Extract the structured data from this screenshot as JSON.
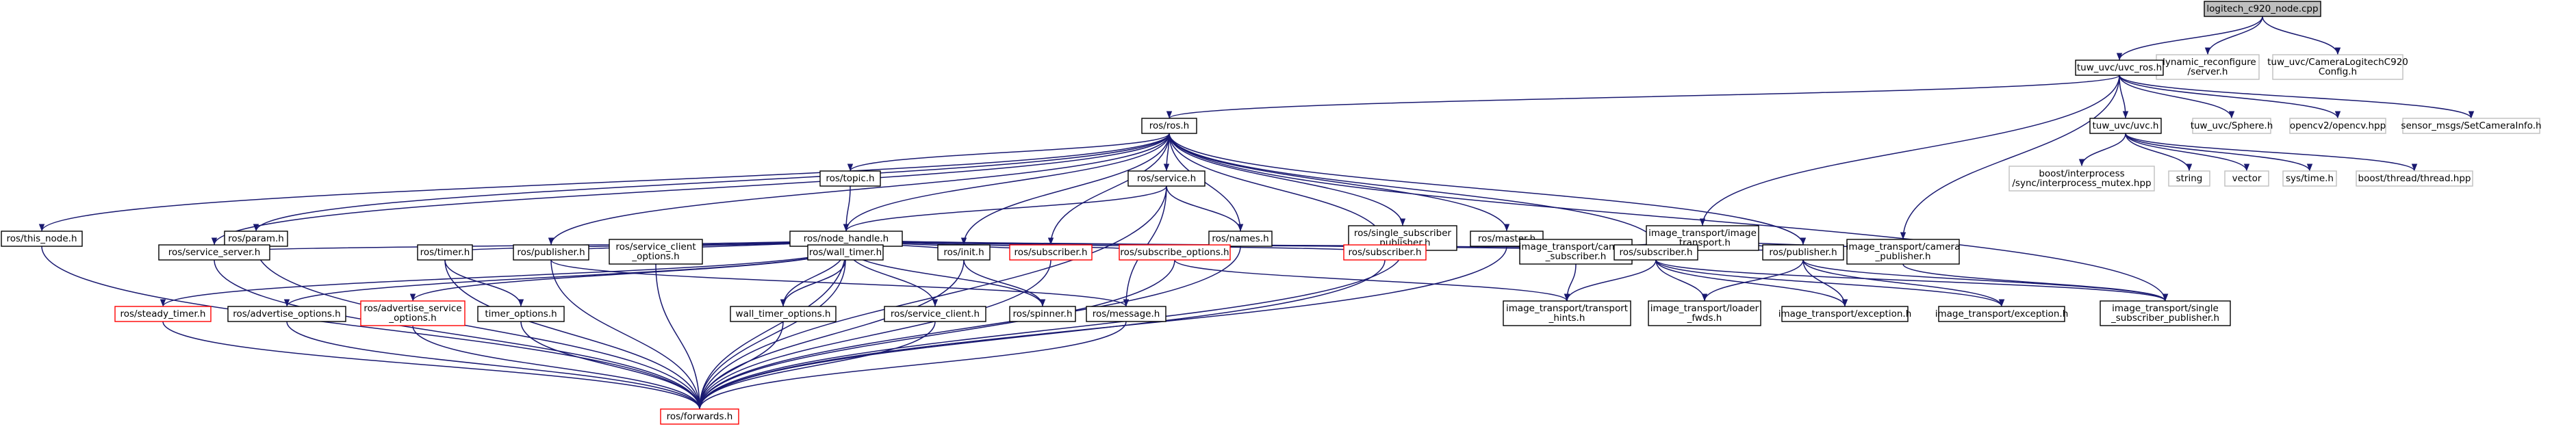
{
  "graph": {
    "edge_color": "#191970",
    "nodes": [
      {
        "id": "root",
        "lines": [
          "logitech_c920_node.cpp"
        ],
        "style": "gray"
      },
      {
        "id": "dyn",
        "lines": [
          "dynamic_reconfigure",
          "/server.h"
        ],
        "style": "light"
      },
      {
        "id": "camcfg",
        "lines": [
          "tuw_uvc/CameraLogitechC920",
          "Config.h"
        ],
        "style": "light"
      },
      {
        "id": "uvcros",
        "lines": [
          "tuw_uvc/uvc_ros.h"
        ],
        "style": "bold"
      },
      {
        "id": "rosh",
        "lines": [
          "ros/ros.h"
        ],
        "style": "bold"
      },
      {
        "id": "uvch",
        "lines": [
          "tuw_uvc/uvc.h"
        ],
        "style": "bold"
      },
      {
        "id": "sphere",
        "lines": [
          "tuw_uvc/Sphere.h"
        ],
        "style": "light"
      },
      {
        "id": "opencv",
        "lines": [
          "opencv2/opencv.hpp"
        ],
        "style": "light"
      },
      {
        "id": "setcam",
        "lines": [
          "sensor_msgs/SetCameraInfo.h"
        ],
        "style": "light"
      },
      {
        "id": "ipc",
        "lines": [
          "boost/interprocess",
          "/sync/interprocess_mutex.hpp"
        ],
        "style": "light"
      },
      {
        "id": "string",
        "lines": [
          "string"
        ],
        "style": "light"
      },
      {
        "id": "vector",
        "lines": [
          "vector"
        ],
        "style": "light"
      },
      {
        "id": "systime",
        "lines": [
          "sys/time.h"
        ],
        "style": "light"
      },
      {
        "id": "bthread",
        "lines": [
          "boost/thread/thread.hpp"
        ],
        "style": "light"
      },
      {
        "id": "topic",
        "lines": [
          "ros/topic.h"
        ],
        "style": "bold"
      },
      {
        "id": "service",
        "lines": [
          "ros/service.h"
        ],
        "style": "bold"
      },
      {
        "id": "thisnode",
        "lines": [
          "ros/this_node.h"
        ],
        "style": "bold"
      },
      {
        "id": "param",
        "lines": [
          "ros/param.h"
        ],
        "style": "bold"
      },
      {
        "id": "nodehandle",
        "lines": [
          "ros/node_handle.h"
        ],
        "style": "bold"
      },
      {
        "id": "names",
        "lines": [
          "ros/names.h"
        ],
        "style": "bold"
      },
      {
        "id": "singlesub",
        "lines": [
          "ros/single_subscriber",
          "_publisher.h"
        ],
        "style": "bold"
      },
      {
        "id": "master",
        "lines": [
          "ros/master.h"
        ],
        "style": "bold"
      },
      {
        "id": "ittransport",
        "lines": [
          "image_transport/image",
          "_transport.h"
        ],
        "style": "bold"
      },
      {
        "id": "servserver",
        "lines": [
          "ros/service_server.h"
        ],
        "style": "bold"
      },
      {
        "id": "timer",
        "lines": [
          "ros/timer.h"
        ],
        "style": "bold"
      },
      {
        "id": "publisher",
        "lines": [
          "ros/publisher.h"
        ],
        "style": "bold"
      },
      {
        "id": "servclientopt",
        "lines": [
          "ros/service_client",
          "_options.h"
        ],
        "style": "bold"
      },
      {
        "id": "walltimer",
        "lines": [
          "ros/wall_timer.h"
        ],
        "style": "bold"
      },
      {
        "id": "init",
        "lines": [
          "ros/init.h"
        ],
        "style": "bold"
      },
      {
        "id": "subred1",
        "lines": [
          "ros/subscriber.h"
        ],
        "style": "red"
      },
      {
        "id": "subopt",
        "lines": [
          "ros/subscribe_options.h"
        ],
        "style": "red"
      },
      {
        "id": "subred2",
        "lines": [
          "ros/subscriber.h"
        ],
        "style": "red"
      },
      {
        "id": "itcamsub",
        "lines": [
          "image_transport/camera",
          "_subscriber.h"
        ],
        "style": "bold"
      },
      {
        "id": "itsub",
        "lines": [
          "ros/subscriber.h"
        ],
        "style": "bold"
      },
      {
        "id": "itpub",
        "lines": [
          "ros/publisher.h"
        ],
        "style": "bold"
      },
      {
        "id": "itcampub",
        "lines": [
          "image_transport/camera",
          "_publisher.h"
        ],
        "style": "bold"
      },
      {
        "id": "steady",
        "lines": [
          "ros/steady_timer.h"
        ],
        "style": "red"
      },
      {
        "id": "advopt",
        "lines": [
          "ros/advertise_options.h"
        ],
        "style": "bold"
      },
      {
        "id": "advservopt",
        "lines": [
          "ros/advertise_service",
          "_options.h"
        ],
        "style": "red"
      },
      {
        "id": "timeropt",
        "lines": [
          "timer_options.h"
        ],
        "style": "bold"
      },
      {
        "id": "walltimeropt",
        "lines": [
          "wall_timer_options.h"
        ],
        "style": "bold"
      },
      {
        "id": "servclient",
        "lines": [
          "ros/service_client.h"
        ],
        "style": "bold"
      },
      {
        "id": "spinner",
        "lines": [
          "ros/spinner.h"
        ],
        "style": "bold"
      },
      {
        "id": "message",
        "lines": [
          "ros/message.h"
        ],
        "style": "bold"
      },
      {
        "id": "ithints",
        "lines": [
          "image_transport/transport",
          "_hints.h"
        ],
        "style": "bold"
      },
      {
        "id": "itloader",
        "lines": [
          "image_transport/loader",
          "_fwds.h"
        ],
        "style": "bold"
      },
      {
        "id": "itexc1",
        "lines": [
          "image_transport/exception.h"
        ],
        "style": "bold"
      },
      {
        "id": "itexc2",
        "lines": [
          "image_transport/exception.h"
        ],
        "style": "bold"
      },
      {
        "id": "itsinglesub",
        "lines": [
          "image_transport/single",
          "_subscriber_publisher.h"
        ],
        "style": "bold"
      },
      {
        "id": "forwards",
        "lines": [
          "ros/forwards.h"
        ],
        "style": "red"
      }
    ],
    "edges": [
      [
        "root",
        "dyn"
      ],
      [
        "root",
        "camcfg"
      ],
      [
        "root",
        "uvcros"
      ],
      [
        "uvcros",
        "rosh"
      ],
      [
        "uvcros",
        "uvch"
      ],
      [
        "uvcros",
        "sphere"
      ],
      [
        "uvcros",
        "opencv"
      ],
      [
        "uvcros",
        "setcam"
      ],
      [
        "uvcros",
        "ittransport"
      ],
      [
        "uvcros",
        "itcampub"
      ],
      [
        "uvch",
        "ipc"
      ],
      [
        "uvch",
        "string"
      ],
      [
        "uvch",
        "vector"
      ],
      [
        "uvch",
        "systime"
      ],
      [
        "uvch",
        "bthread"
      ],
      [
        "rosh",
        "thisnode"
      ],
      [
        "rosh",
        "param"
      ],
      [
        "rosh",
        "topic"
      ],
      [
        "rosh",
        "nodehandle"
      ],
      [
        "rosh",
        "service"
      ],
      [
        "rosh",
        "names"
      ],
      [
        "rosh",
        "singlesub"
      ],
      [
        "rosh",
        "master"
      ],
      [
        "rosh",
        "servserver"
      ],
      [
        "rosh",
        "publisher"
      ],
      [
        "rosh",
        "init"
      ],
      [
        "rosh",
        "subred1"
      ],
      [
        "rosh",
        "subred2"
      ],
      [
        "rosh",
        "itsub"
      ],
      [
        "rosh",
        "itpub"
      ],
      [
        "rosh",
        "itsinglesub"
      ],
      [
        "topic",
        "nodehandle"
      ],
      [
        "service",
        "nodehandle"
      ],
      [
        "service",
        "names"
      ],
      [
        "service",
        "message"
      ],
      [
        "service",
        "forwards"
      ],
      [
        "thisnode",
        "forwards"
      ],
      [
        "param",
        "forwards"
      ],
      [
        "names",
        "forwards"
      ],
      [
        "singlesub",
        "forwards"
      ],
      [
        "master",
        "forwards"
      ],
      [
        "nodehandle",
        "servserver"
      ],
      [
        "nodehandle",
        "timer"
      ],
      [
        "nodehandle",
        "publisher"
      ],
      [
        "nodehandle",
        "servclientopt"
      ],
      [
        "nodehandle",
        "walltimer"
      ],
      [
        "nodehandle",
        "init"
      ],
      [
        "nodehandle",
        "subred1"
      ],
      [
        "nodehandle",
        "subopt"
      ],
      [
        "nodehandle",
        "subred2"
      ],
      [
        "nodehandle",
        "itsub"
      ],
      [
        "nodehandle",
        "itpub"
      ],
      [
        "nodehandle",
        "steady"
      ],
      [
        "nodehandle",
        "advopt"
      ],
      [
        "nodehandle",
        "advservopt"
      ],
      [
        "nodehandle",
        "servclient"
      ],
      [
        "nodehandle",
        "spinner"
      ],
      [
        "nodehandle",
        "forwards"
      ],
      [
        "nodehandle",
        "wall_timer_opt_dummy"
      ],
      [
        "nodehandle",
        "walltimeropt"
      ],
      [
        "ittransport",
        "itcamsub"
      ],
      [
        "ittransport",
        "itsub"
      ],
      [
        "ittransport",
        "itpub"
      ],
      [
        "ittransport",
        "itcampub"
      ],
      [
        "itcamsub",
        "ithints"
      ],
      [
        "itsub",
        "ithints"
      ],
      [
        "itsub",
        "itloader"
      ],
      [
        "itsub",
        "itexc1"
      ],
      [
        "itsub",
        "itexc2"
      ],
      [
        "itsub",
        "itsinglesub"
      ],
      [
        "itpub",
        "itloader"
      ],
      [
        "itpub",
        "itexc1"
      ],
      [
        "itpub",
        "itexc2"
      ],
      [
        "itpub",
        "itsinglesub"
      ],
      [
        "itcampub",
        "itsinglesub"
      ],
      [
        "servserver",
        "forwards"
      ],
      [
        "timer",
        "timeropt"
      ],
      [
        "timer",
        "forwards"
      ],
      [
        "publisher",
        "message"
      ],
      [
        "publisher",
        "forwards"
      ],
      [
        "servclientopt",
        "forwards"
      ],
      [
        "walltimer",
        "walltimeropt"
      ],
      [
        "walltimer",
        "forwards"
      ],
      [
        "init",
        "spinner"
      ],
      [
        "init",
        "forwards"
      ],
      [
        "subred1",
        "forwards"
      ],
      [
        "subopt",
        "ithints"
      ],
      [
        "subopt",
        "forwards"
      ],
      [
        "subred2",
        "forwards"
      ],
      [
        "steady",
        "forwards"
      ],
      [
        "advopt",
        "forwards"
      ],
      [
        "advservopt",
        "forwards"
      ],
      [
        "timeropt",
        "forwards"
      ],
      [
        "walltimeropt",
        "forwards"
      ],
      [
        "servclient",
        "forwards"
      ],
      [
        "message",
        "forwards"
      ]
    ]
  }
}
